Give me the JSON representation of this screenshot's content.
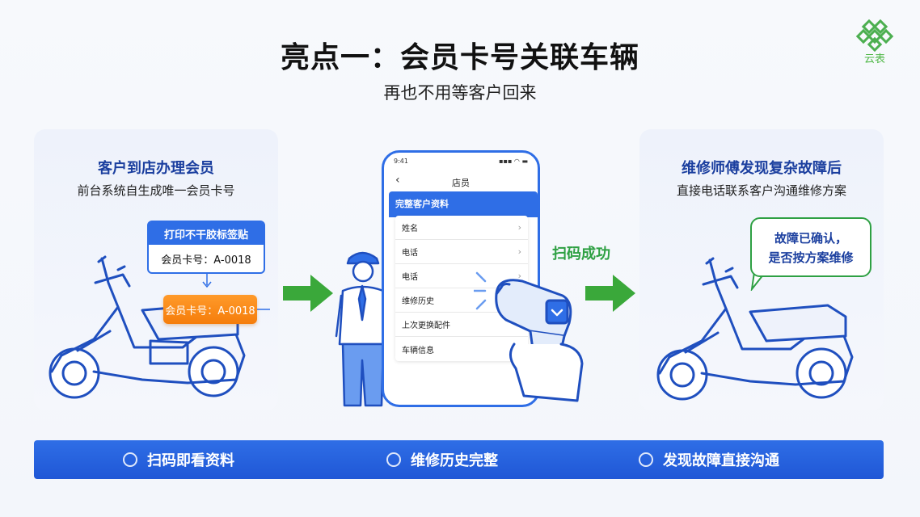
{
  "header": {
    "title": "亮点一：会员卡号关联车辆",
    "subtitle": "再也不用等客户回来",
    "logo_text": "云表"
  },
  "left_panel": {
    "title": "客户到店办理会员",
    "subtitle": "前台系统自生成唯一会员卡号",
    "label_header": "打印不干胶标签贴",
    "label_body": "会员卡号：A-0018",
    "sticker": "会员卡号：A-0018"
  },
  "phone": {
    "status_time": "9:41",
    "status_icons": "▪▪▪ ◠ ▬",
    "nav_back": "‹",
    "nav_title": "店员",
    "band_title": "完整客户资料",
    "rows": [
      {
        "label": "姓名",
        "chevron": "›"
      },
      {
        "label": "电话",
        "chevron": "›"
      },
      {
        "label": "电话",
        "chevron": "›"
      },
      {
        "label": "维修历史",
        "chevron": ""
      },
      {
        "label": "上次更换配件",
        "chevron": ""
      },
      {
        "label": "车辆信息",
        "chevron": ""
      }
    ]
  },
  "scan_status": "扫码成功",
  "right_panel": {
    "title": "维修师傅发现复杂故障后",
    "subtitle": "直接电话联系客户沟通维修方案",
    "bubble_line1": "故障已确认，",
    "bubble_line2": "是否按方案维修"
  },
  "features": [
    {
      "label": "扫码即看资料"
    },
    {
      "label": "维修历史完整"
    },
    {
      "label": "发现故障直接沟通"
    }
  ],
  "colors": {
    "primary_blue": "#2f6ee6",
    "navy_text": "#1b3f9f",
    "success_green": "#2ea043",
    "orange": "#f57d0b"
  }
}
